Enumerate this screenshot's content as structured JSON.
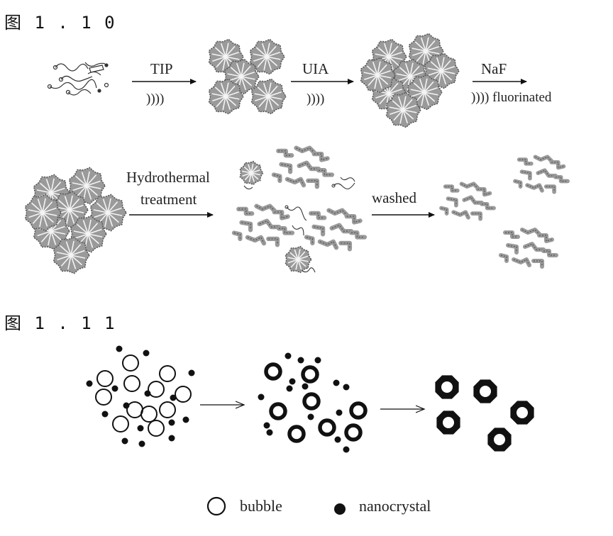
{
  "figures": {
    "fig10": {
      "label": "图 1 . 1 0",
      "steps": {
        "tip": "TIP",
        "uia": "UIA",
        "naf": "NaF",
        "ultrasound_short": "))))",
        "fluorinated": ")))) fluorinated",
        "hydrothermal_1": "Hydrothermal",
        "hydrothermal_2": "treatment",
        "washed": "washed"
      }
    },
    "fig11": {
      "label": "图 1 . 1 1",
      "legend": {
        "bubble": "bubble",
        "nanocrystal": "nanocrystal"
      }
    }
  },
  "colors": {
    "ink": "#111111",
    "particle_fill": "#9a9a9a",
    "particle_edge": "#555555",
    "spoke": "#f4f4f4"
  }
}
